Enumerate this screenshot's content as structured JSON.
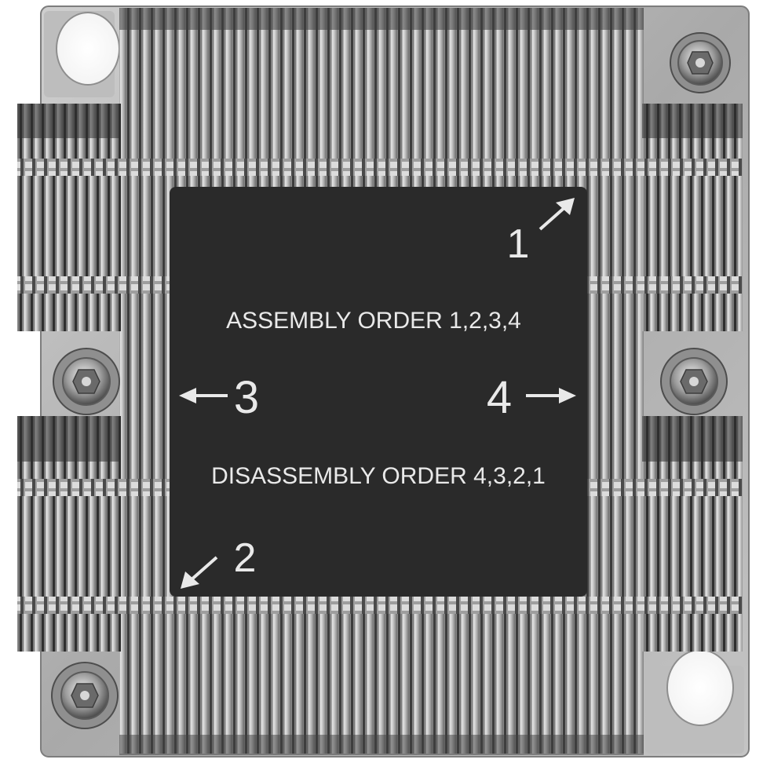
{
  "label": {
    "assembly": "ASSEMBLY ORDER 1,2,3,4",
    "disassembly": "DISASSEMBLY ORDER 4,3,2,1",
    "num1": "1",
    "num2": "2",
    "num3": "3",
    "num4": "4"
  },
  "colors": {
    "label_bg": "#2a2a2a",
    "label_text": "#e9e9e9",
    "fin_light": "#d9d9d9",
    "fin_dark": "#6e6e6e",
    "base_metal": "#b5b5b5"
  },
  "icons": {
    "arrow_1": "arrow-up-right-icon",
    "arrow_2": "arrow-down-left-icon",
    "arrow_3": "arrow-left-icon",
    "arrow_4": "arrow-right-icon",
    "screw": "captive-screw-icon"
  }
}
